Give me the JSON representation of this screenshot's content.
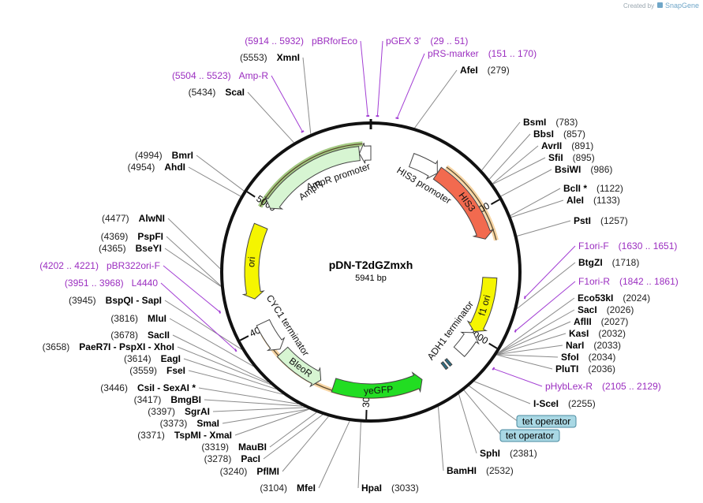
{
  "brand": {
    "created_by": "Created by",
    "name": "SnapGene"
  },
  "plasmid": {
    "name": "pDN-T2dGZmxh",
    "length": "5941 bp",
    "total_bp": 5941
  },
  "ticks": [
    {
      "label": "1000",
      "bp": 1000
    },
    {
      "label": "2000",
      "bp": 2000
    },
    {
      "label": "3000",
      "bp": 3000
    },
    {
      "label": "4000",
      "bp": 4000
    },
    {
      "label": "5000",
      "bp": 5000
    }
  ],
  "enzymes": [
    {
      "name": "XmnI",
      "pos": "(5553)",
      "bp": 5553
    },
    {
      "name": "ScaI",
      "pos": "(5434)",
      "bp": 5434
    },
    {
      "name": "AfeI",
      "pos": "(279)",
      "bp": 279
    },
    {
      "name": "BsmI",
      "pos": "(783)",
      "bp": 783
    },
    {
      "name": "BbsI",
      "pos": "(857)",
      "bp": 857
    },
    {
      "name": "AvrII",
      "pos": "(891)",
      "bp": 891
    },
    {
      "name": "SfiI",
      "pos": "(895)",
      "bp": 895
    },
    {
      "name": "BsiWI",
      "pos": "(986)",
      "bp": 986
    },
    {
      "name": "BclI *",
      "pos": "(1122)",
      "bp": 1122
    },
    {
      "name": "AleI",
      "pos": "(1133)",
      "bp": 1133
    },
    {
      "name": "PstI",
      "pos": "(1257)",
      "bp": 1257
    },
    {
      "name": "BtgZI",
      "pos": "(1718)",
      "bp": 1718
    },
    {
      "name": "Eco53kI",
      "pos": "(2024)",
      "bp": 2024
    },
    {
      "name": "SacI",
      "pos": "(2026)",
      "bp": 2026
    },
    {
      "name": "AflII",
      "pos": "(2027)",
      "bp": 2027
    },
    {
      "name": "KasI",
      "pos": "(2032)",
      "bp": 2032
    },
    {
      "name": "NarI",
      "pos": "(2033)",
      "bp": 2033
    },
    {
      "name": "SfoI",
      "pos": "(2034)",
      "bp": 2034
    },
    {
      "name": "PluTI",
      "pos": "(2036)",
      "bp": 2036
    },
    {
      "name": "I-SceI",
      "pos": "(2255)",
      "bp": 2255
    },
    {
      "name": "SphI",
      "pos": "(2381)",
      "bp": 2381
    },
    {
      "name": "BamHI",
      "pos": "(2532)",
      "bp": 2532
    },
    {
      "name": "HpaI",
      "pos": "(3033)",
      "bp": 3033
    },
    {
      "name": "MfeI",
      "pos": "(3104)",
      "bp": 3104
    },
    {
      "name": "PflMI",
      "pos": "(3240)",
      "bp": 3240
    },
    {
      "name": "PacI",
      "pos": "(3278)",
      "bp": 3278
    },
    {
      "name": "MauBI",
      "pos": "(3319)",
      "bp": 3319
    },
    {
      "name": "TspMI - XmaI",
      "pos": "(3371)",
      "bp": 3371
    },
    {
      "name": "SmaI",
      "pos": "(3373)",
      "bp": 3373
    },
    {
      "name": "SgrAI",
      "pos": "(3397)",
      "bp": 3397
    },
    {
      "name": "BmgBI",
      "pos": "(3417)",
      "bp": 3417
    },
    {
      "name": "CsiI - SexAI *",
      "pos": "(3446)",
      "bp": 3446
    },
    {
      "name": "FseI",
      "pos": "(3559)",
      "bp": 3559
    },
    {
      "name": "EagI",
      "pos": "(3614)",
      "bp": 3614
    },
    {
      "name": "PaeR7I - PspXI - XhoI",
      "pos": "(3658)",
      "bp": 3658
    },
    {
      "name": "SacII",
      "pos": "(3678)",
      "bp": 3678
    },
    {
      "name": "MluI",
      "pos": "(3816)",
      "bp": 3816
    },
    {
      "name": "BspQI - SapI",
      "pos": "(3945)",
      "bp": 3945
    },
    {
      "name": "BseYI",
      "pos": "(4365)",
      "bp": 4365
    },
    {
      "name": "PspFI",
      "pos": "(4369)",
      "bp": 4369
    },
    {
      "name": "AlwNI",
      "pos": "(4477)",
      "bp": 4477
    },
    {
      "name": "AhdI",
      "pos": "(4954)",
      "bp": 4954
    },
    {
      "name": "BmrI",
      "pos": "(4994)",
      "bp": 4994
    }
  ],
  "primers": [
    {
      "name": "pBRforEco",
      "range": "(5914 .. 5932)",
      "bp": 5923
    },
    {
      "name": "pGEX 3'",
      "range": "(29 .. 51)",
      "bp": 40
    },
    {
      "name": "pRS-marker",
      "range": "(151 .. 170)",
      "bp": 160
    },
    {
      "name": "Amp-R",
      "range": "(5504 .. 5523)",
      "bp": 5513
    },
    {
      "name": "F1ori-F",
      "range": "(1630 .. 1651)",
      "bp": 1640
    },
    {
      "name": "F1ori-R",
      "range": "(1842 .. 1861)",
      "bp": 1851
    },
    {
      "name": "pHybLex-R",
      "range": "(2105 .. 2129)",
      "bp": 2117
    },
    {
      "name": "pBR322ori-F",
      "range": "(4202 .. 4221)",
      "bp": 4211
    },
    {
      "name": "L4440",
      "range": "(3951 .. 3968)",
      "bp": 3959
    }
  ],
  "features": [
    {
      "name": "HIS3",
      "start": 560,
      "end": 1220,
      "color": "#f26a4f",
      "direction": "forward"
    },
    {
      "name": "HIS3 promoter",
      "start": 330,
      "end": 560,
      "color": "#ffffff",
      "direction": "forward"
    },
    {
      "name": "f1 ori",
      "start": 1530,
      "end": 1980,
      "color": "#f5f500",
      "direction": "forward"
    },
    {
      "name": "ADH1 terminator",
      "start": 1990,
      "end": 2180,
      "color": "#ffffff",
      "direction": "reverse"
    },
    {
      "name": "tet operator",
      "start": 2290,
      "end": 2310,
      "color": "#2f6f85",
      "direction": "none"
    },
    {
      "name": "tet operator",
      "start": 2330,
      "end": 2350,
      "color": "#2f6f85",
      "direction": "none"
    },
    {
      "name": "yeGFP",
      "start": 2550,
      "end": 3270,
      "color": "#22dd22",
      "direction": "reverse"
    },
    {
      "name": "BleoR",
      "start": 3380,
      "end": 3760,
      "color": "#d7f5d2",
      "direction": "reverse"
    },
    {
      "name": "CYC1 terminator",
      "start": 3790,
      "end": 4040,
      "color": "#ffffff",
      "direction": "reverse"
    },
    {
      "name": "ori",
      "start": 4240,
      "end": 4830,
      "color": "#f5f500",
      "direction": "reverse"
    },
    {
      "name": "AmpR",
      "start": 4990,
      "end": 5850,
      "color": "#d7f5d2",
      "direction": "reverse"
    },
    {
      "name": "AmpR promoter",
      "start": 5850,
      "end": 5941,
      "color": "#ffffff",
      "direction": "reverse"
    }
  ],
  "highlights": [
    {
      "start": 590,
      "end": 1250,
      "color": "#f0b25a"
    },
    {
      "start": 4960,
      "end": 5880,
      "color": "#5a9e1e"
    },
    {
      "start": 2590,
      "end": 3960,
      "color": "#f0b25a"
    }
  ]
}
